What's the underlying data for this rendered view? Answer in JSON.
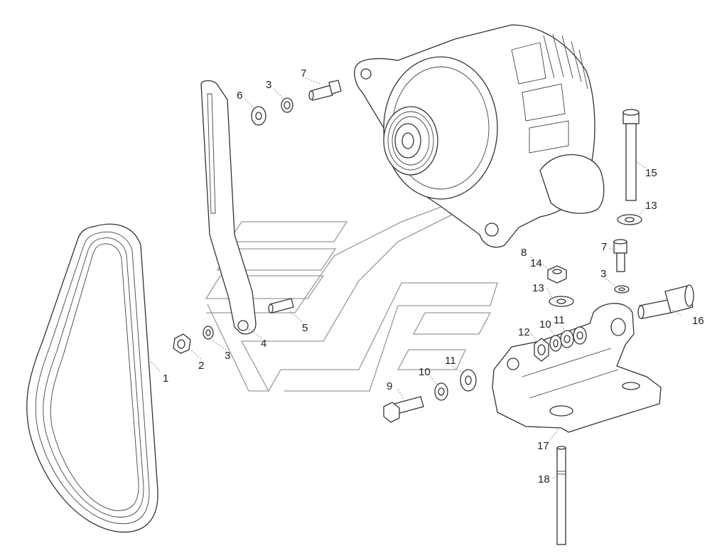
{
  "labels": {
    "l1": "1",
    "l2": "2",
    "l3a": "3",
    "l3b": "3",
    "l3c": "3",
    "l4": "4",
    "l5": "5",
    "l6": "6",
    "l7a": "7",
    "l7b": "7",
    "l8": "8",
    "l9": "9",
    "l10a": "10",
    "l10b": "10",
    "l11a": "11",
    "l11b": "11",
    "l12": "12",
    "l13a": "13",
    "l13b": "13",
    "l14": "14",
    "l15": "15",
    "l16": "16",
    "l17": "17",
    "l18": "18"
  },
  "colors": {
    "line": "#333333",
    "guide": "#9a9a9a",
    "background": "#ffffff"
  }
}
